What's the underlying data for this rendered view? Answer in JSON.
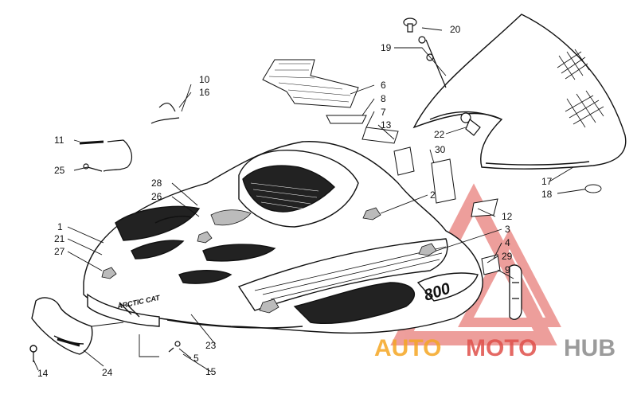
{
  "diagram": {
    "hood_brand_text": "ARCTIC CAT",
    "hood_model_text": "800",
    "callouts": [
      {
        "id": "1",
        "label": "1"
      },
      {
        "id": "2",
        "label": "2"
      },
      {
        "id": "3",
        "label": "3"
      },
      {
        "id": "4",
        "label": "4"
      },
      {
        "id": "5",
        "label": "5"
      },
      {
        "id": "6",
        "label": "6"
      },
      {
        "id": "7",
        "label": "7"
      },
      {
        "id": "8",
        "label": "8"
      },
      {
        "id": "9",
        "label": "9"
      },
      {
        "id": "10",
        "label": "10"
      },
      {
        "id": "11",
        "label": "11"
      },
      {
        "id": "12",
        "label": "12"
      },
      {
        "id": "13",
        "label": "13"
      },
      {
        "id": "14",
        "label": "14"
      },
      {
        "id": "15",
        "label": "15"
      },
      {
        "id": "16",
        "label": "16"
      },
      {
        "id": "17",
        "label": "17"
      },
      {
        "id": "18",
        "label": "18"
      },
      {
        "id": "19",
        "label": "19"
      },
      {
        "id": "20",
        "label": "20"
      },
      {
        "id": "21",
        "label": "21"
      },
      {
        "id": "22",
        "label": "22"
      },
      {
        "id": "23",
        "label": "23"
      },
      {
        "id": "24",
        "label": "24"
      },
      {
        "id": "25",
        "label": "25"
      },
      {
        "id": "26",
        "label": "26"
      },
      {
        "id": "27",
        "label": "27"
      },
      {
        "id": "28",
        "label": "28"
      },
      {
        "id": "29",
        "label": "29"
      },
      {
        "id": "30",
        "label": "30"
      }
    ]
  },
  "watermark": {
    "word1": "AUTO",
    "word2": "MOTO",
    "word3": "HUB",
    "color_orange": "#f5a623",
    "color_red": "#e0504a",
    "color_gray": "#8a8a8a"
  }
}
